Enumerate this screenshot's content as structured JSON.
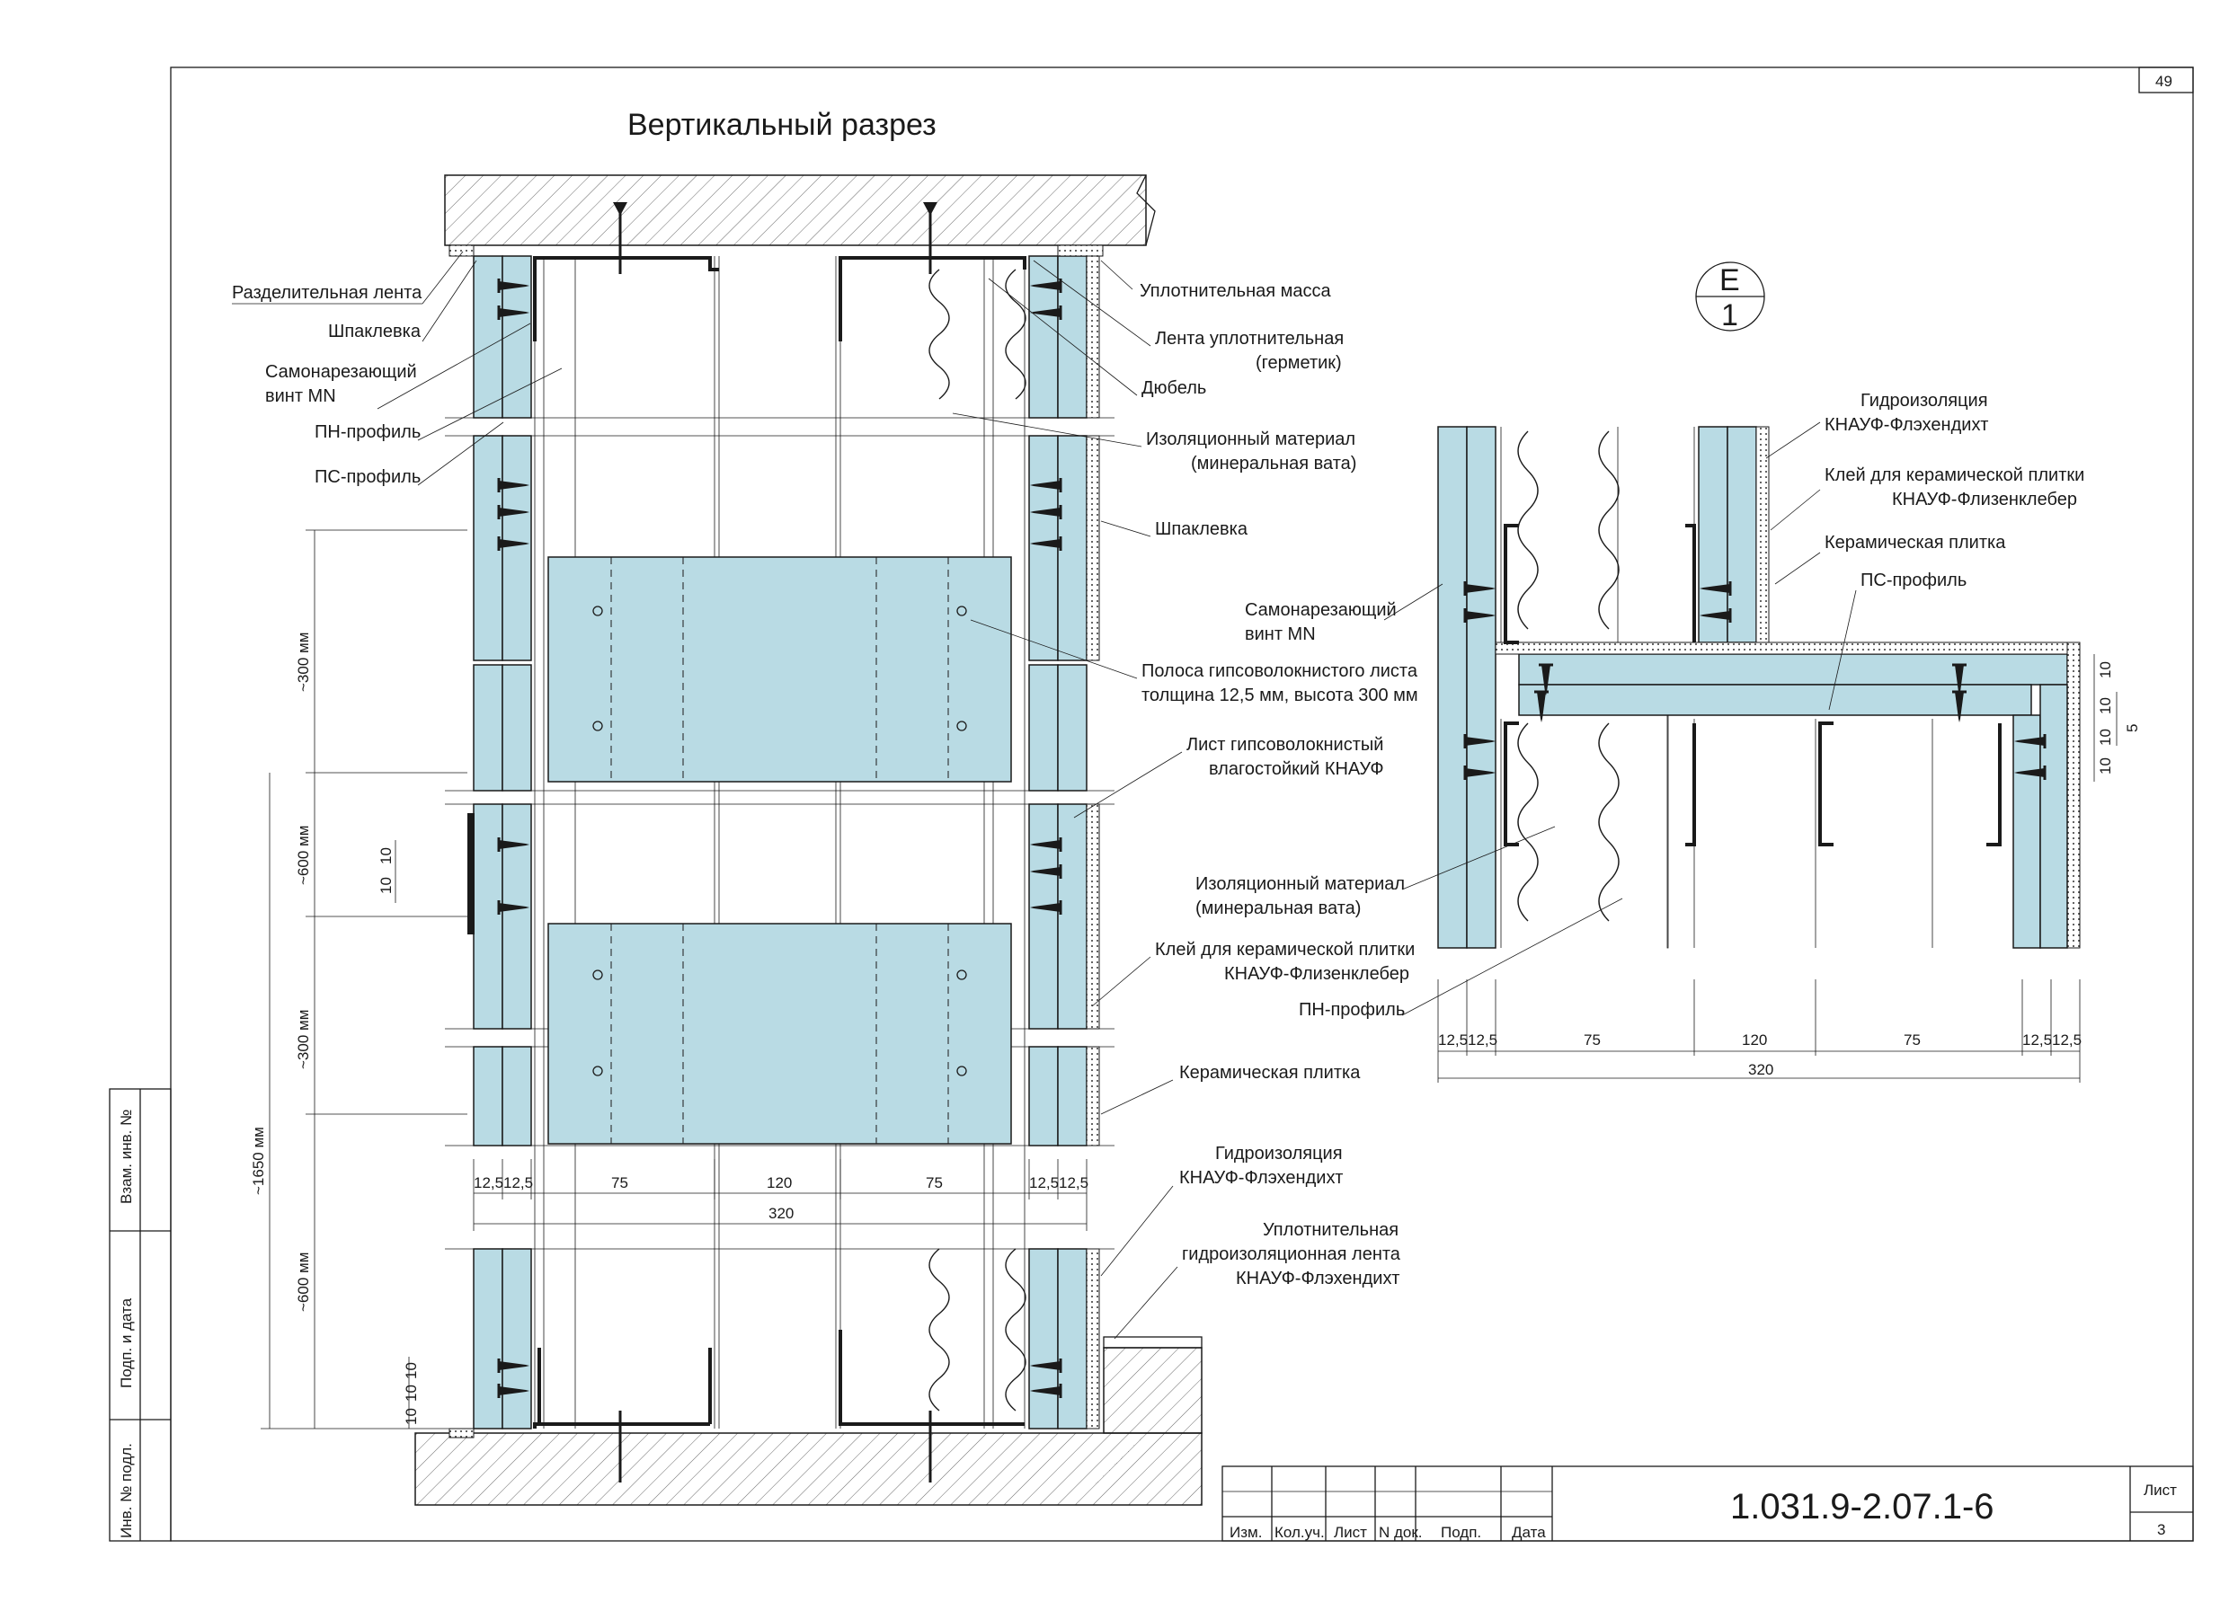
{
  "sheet": {
    "page_number": "49",
    "title": "Вертикальный разрез",
    "section_mark": {
      "top": "E",
      "bottom": "1"
    },
    "doc_code": "1.031.9-2.07.1-6",
    "sheet_label": "Лист",
    "sheet_value": "3",
    "stamp_cols": [
      "Изм.",
      "Кол.уч.",
      "Лист",
      "N док.",
      "Подп.",
      "Дата"
    ],
    "side_stamp": [
      "Инв. № подл.",
      "Подп. и дата",
      "Взам. инв. №"
    ]
  },
  "left_labels": {
    "separating_tape": "Разделительная лента",
    "putty": "Шпаклевка",
    "screw_1": "Самонарезающий",
    "screw_2": "винт MN",
    "pn_profile": "ПН-профиль",
    "ps_profile": "ПС-профиль"
  },
  "right_labels": {
    "sealing_mass": "Уплотнительная масса",
    "sealing_tape_1": "Лента уплотнительная",
    "sealing_tape_2": "(герметик)",
    "dowel": "Дюбель",
    "insulation_1": "Изоляционный материал",
    "insulation_2": "(минеральная вата)",
    "putty2": "Шпаклевка",
    "strip_1": "Полоса гипсоволокнистого листа",
    "strip_2": "толщина 12,5 мм, высота 300 мм",
    "sheet_1": "Лист гипсоволокнистый",
    "sheet_2": "влагостойкий КНАУФ",
    "glue_1": "Клей для керамической плитки",
    "glue_2": "КНАУФ-Флизенклебер",
    "tile": "Керамическая плитка",
    "waterproof_1": "Гидроизоляция",
    "waterproof_2": "КНАУФ-Флэхендихт",
    "tape_1": "Уплотнительная",
    "tape_2": "гидроизоляционная лента",
    "tape_3": "КНАУФ-Флэхендихт"
  },
  "detail_labels": {
    "waterproof_1": "Гидроизоляция",
    "waterproof_2": "КНАУФ-Флэхендихт",
    "glue_1": "Клей для керамической плитки",
    "glue_2": "КНАУФ-Флизенклебер",
    "tile": "Керамическая плитка",
    "ps_profile": "ПС-профиль",
    "screw_1": "Самонарезающий",
    "screw_2": "винт MN",
    "insulation_1": "Изоляционный материал",
    "insulation_2": "(минеральная вата)",
    "pn_profile": "ПН-профиль"
  },
  "dims": {
    "d12_5": "12,5",
    "d75": "75",
    "d120": "120",
    "d320": "320",
    "d10": "10",
    "d5": "5",
    "v300": "~300 мм",
    "v600": "~600 мм",
    "v1650": "~1650 мм"
  },
  "colors": {
    "board": "#b9dbe4",
    "ink": "#1a1a1a"
  }
}
